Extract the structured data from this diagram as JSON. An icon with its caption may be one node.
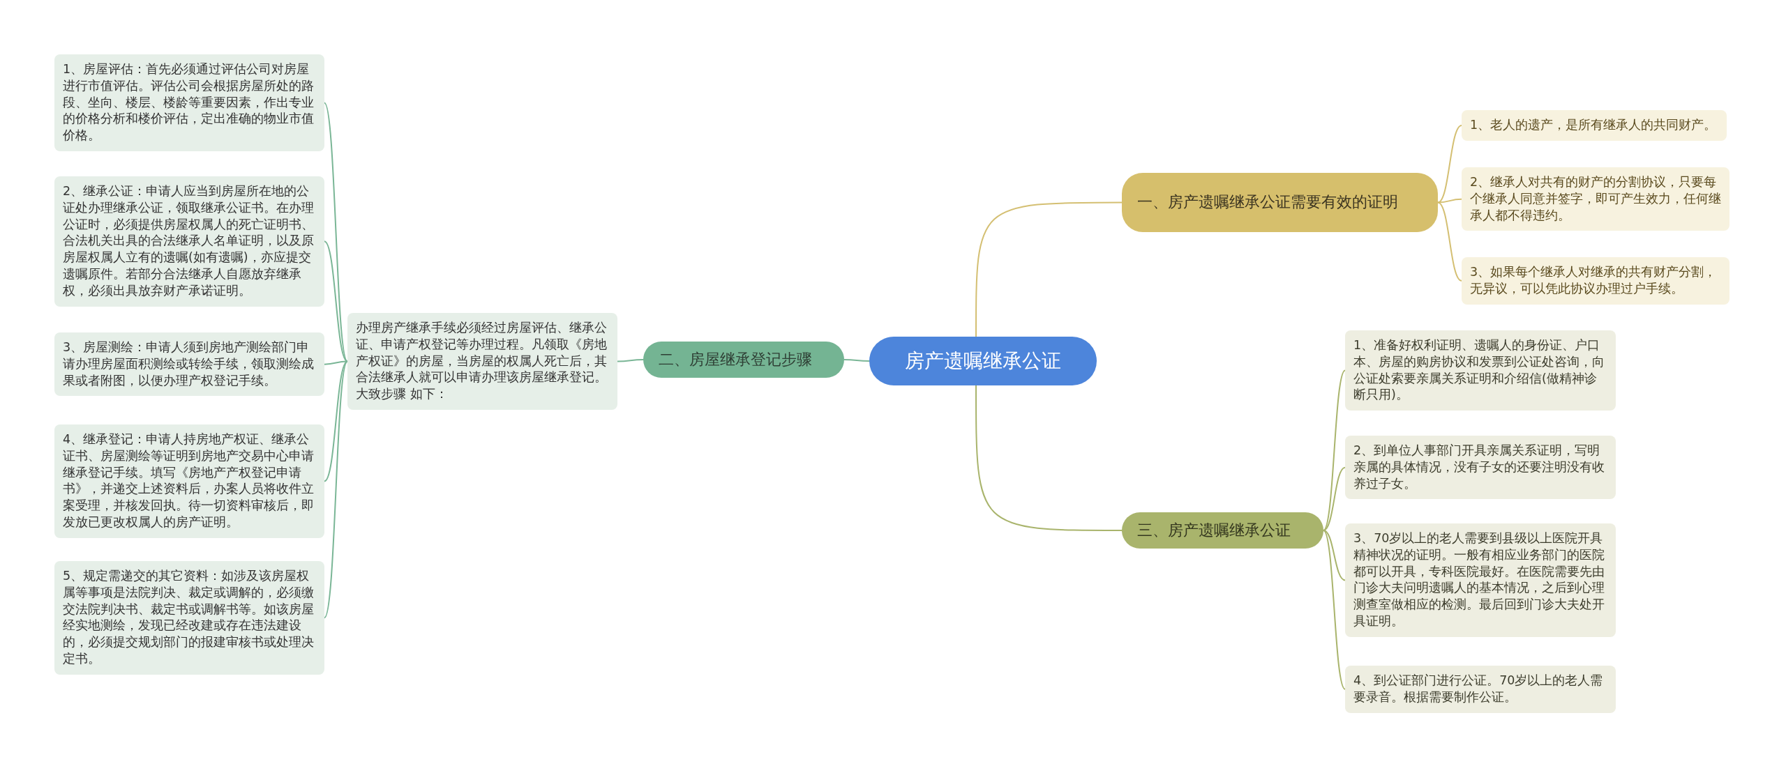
{
  "diagram": {
    "nodes": [
      {
        "text": [
          "房产遗嘱继承公证"
        ]
      },
      {
        "text": [
          "一、房产遗嘱继承公证需要有效的证明"
        ]
      },
      {
        "text": [
          "1、老人的遗产，是所有继承人的共同财产。"
        ]
      },
      {
        "text": [
          "2、继承人对共有的财产的分割协议，只要每个继承人同意并签字，即可产生效力，任何继承人都不得违约。"
        ]
      },
      {
        "text": [
          "3、如果每个继承人对继承的共有财产分割，无异议，可以凭此协议办理过户手续。"
        ]
      },
      {
        "text": [
          "二、房屋继承登记步骤"
        ]
      },
      {
        "text": [
          "办理房产继承手续必须经过房屋评估、继承公证、申请产权登记等办理过程。凡领取《房地产权证》的房屋，当房屋的权属人死亡后，其合法继承人就可以申请办理该房屋继承登记。大致步骤 如下："
        ]
      },
      {
        "text": [
          "1、房屋评估：首先必须通过评估公司对房屋进行市值评估。评估公司会根据房屋所处的路段、坐向、楼层、楼龄等重要因素，作出专业的价格分析和楼价评估，定出准确的物业市值价格。"
        ]
      },
      {
        "text": [
          "2、继承公证：申请人应当到房屋所在地的公证处办理继承公证，领取继承公证书。在办理公证时，必须提供房屋权属人的死亡证明书、合法机关出具的合法继承人名单证明，以及原房屋权属人立有的遗嘱(如有遗嘱)，亦应提交遗嘱原件。若部分合法继承人自愿放弃继承权，必须出具放弃财产承诺证明。"
        ]
      },
      {
        "text": [
          "3、房屋测绘：申请人须到房地产测绘部门申请办理房屋面积测绘或转绘手续，领取测绘成果或者附图，以便办理产权登记手续。"
        ]
      },
      {
        "text": [
          "4、继承登记：申请人持房地产权证、继承公证书、房屋测绘等证明到房地产交易中心申请继承登记手续。填写《房地产产权登记申请书》，并递交上述资料后，办案人员将收件立案受理，并核发回执。待一切资料审核后，即发放已更改权属人的房产证明。"
        ]
      },
      {
        "text": [
          "5、规定需递交的其它资料：如涉及该房屋权属等事项是法院判决、裁定或调解的，必须缴交法院判决书、裁定书或调解书等。如该房屋经实地测绘，发现已经改建或存在违法建设的，必须提交规划部门的报建审核书或处理决定书。"
        ]
      },
      {
        "text": [
          "三、房产遗嘱继承公证"
        ]
      },
      {
        "text": [
          "1、准备好权利证明、遗嘱人的身份证、户口本、房屋的购房协议和发票到公证处咨询，向公证处索要亲属关系证明和介绍信(做精神诊断只用)。"
        ]
      },
      {
        "text": [
          "2、到单位人事部门开具亲属关系证明，写明亲属的具体情况，没有子女的还要注明没有收养过子女。"
        ]
      },
      {
        "text": [
          "3、70岁以上的老人需要到县级以上医院开具精神状况的证明。一般有相应业务部门的医院都可以开具，专科医院最好。在医院需要先由门诊大夫问明遗嘱人的基本情况，之后到心理测查室做相应的检测。最后回到门诊大夫处开具证明。"
        ]
      },
      {
        "text": [
          "4、到公证部门进行公证。70岁以上的老人需要录音。根据需要制作公证。"
        ]
      }
    ],
    "edges": [
      {
        "from": 0,
        "to": 1,
        "arrow": "none",
        "color": "#d4bf72"
      },
      {
        "from": 1,
        "to": 2,
        "arrow": "none",
        "color": "#d4bf72"
      },
      {
        "from": 1,
        "to": 3,
        "arrow": "none",
        "color": "#d4bf72"
      },
      {
        "from": 1,
        "to": 4,
        "arrow": "none",
        "color": "#d4bf72"
      },
      {
        "from": 0,
        "to": 5,
        "arrow": "none",
        "color": "#7ab696"
      },
      {
        "from": 5,
        "to": 6,
        "arrow": "none",
        "color": "#7ab696"
      },
      {
        "from": 6,
        "to": 7,
        "arrow": "none",
        "color": "#7ab696"
      },
      {
        "from": 6,
        "to": 8,
        "arrow": "none",
        "color": "#7ab696"
      },
      {
        "from": 6,
        "to": 9,
        "arrow": "none",
        "color": "#7ab696"
      },
      {
        "from": 6,
        "to": 10,
        "arrow": "none",
        "color": "#7ab696"
      },
      {
        "from": 6,
        "to": 11,
        "arrow": "none",
        "color": "#7ab696"
      },
      {
        "from": 0,
        "to": 12,
        "arrow": "none",
        "color": "#a9b46c"
      },
      {
        "from": 12,
        "to": 13,
        "arrow": "none",
        "color": "#a9b46c"
      },
      {
        "from": 12,
        "to": 14,
        "arrow": "none",
        "color": "#a9b46c"
      },
      {
        "from": 12,
        "to": 15,
        "arrow": "none",
        "color": "#a9b46c"
      },
      {
        "from": 12,
        "to": 16,
        "arrow": "none",
        "color": "#a9b46c"
      }
    ]
  }
}
